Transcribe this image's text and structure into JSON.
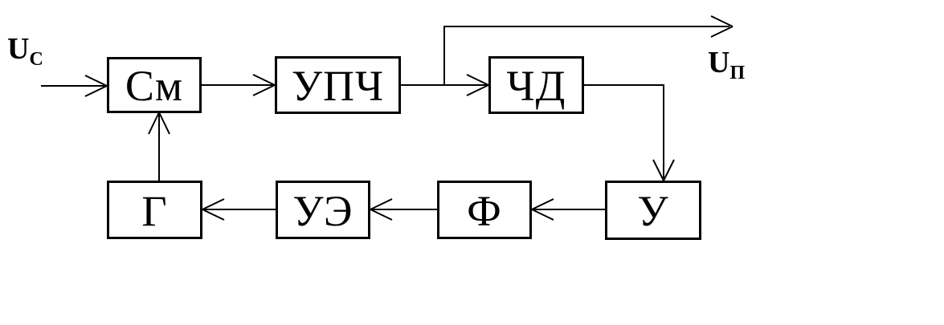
{
  "diagram": {
    "input_label": {
      "main": "U",
      "sub": "С"
    },
    "output_label": {
      "main": "U",
      "sub": "П"
    },
    "blocks": {
      "mixer": "См",
      "if_amplifier": "УПЧ",
      "freq_detector": "ЧД",
      "oscillator": "Г",
      "control_element": "УЭ",
      "filter": "Ф",
      "amplifier": "У"
    },
    "line_color": "#000000",
    "background_color": "#ffffff"
  }
}
